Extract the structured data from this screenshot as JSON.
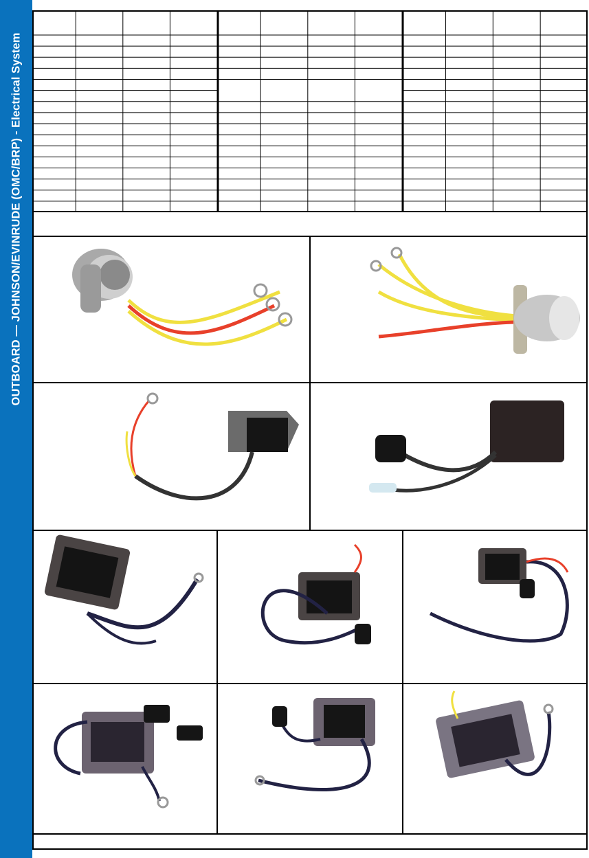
{
  "sidebar": {
    "title": "OUTBOARD — JOHNSON/EVINRUDE (OMC/BRP) - Electrical System",
    "color": "#0a72bd"
  },
  "spec_table": {
    "groups": 3,
    "columns_per_group": 4,
    "body_rows": 16,
    "cells_text": []
  },
  "photos": [
    {
      "name": "round-rectifier-4-wire",
      "icon": "rectifier-round-icon",
      "wires": [
        "#f0e040",
        "#e8402a",
        "#f0e040"
      ]
    },
    {
      "name": "round-rectifier-mounted",
      "icon": "rectifier-round-icon",
      "wires": [
        "#f0e040",
        "#f0e040",
        "#f0e040",
        "#e8402a"
      ]
    },
    {
      "name": "regulator-flat-grey",
      "icon": "regulator-icon",
      "wires": [
        "#e8402a",
        "#f0e040",
        "#333333"
      ]
    },
    {
      "name": "regulator-box-plug",
      "icon": "regulator-icon",
      "wires": [
        "#333333",
        "#e8402a"
      ]
    },
    {
      "name": "regulator-black-cable",
      "icon": "regulator-icon",
      "wires": [
        "#222244"
      ]
    },
    {
      "name": "regulator-loop-plug",
      "icon": "regulator-icon",
      "wires": [
        "#222244",
        "#e8402a"
      ]
    },
    {
      "name": "regulator-red-lead",
      "icon": "regulator-icon",
      "wires": [
        "#222244",
        "#e8402a"
      ]
    },
    {
      "name": "regulator-dual-plug",
      "icon": "regulator-icon",
      "wires": [
        "#222244"
      ]
    },
    {
      "name": "regulator-plug-lead",
      "icon": "regulator-icon",
      "wires": [
        "#222244"
      ]
    },
    {
      "name": "regulator-multi-lead",
      "icon": "regulator-icon",
      "wires": [
        "#222244",
        "#f0e040"
      ]
    }
  ]
}
